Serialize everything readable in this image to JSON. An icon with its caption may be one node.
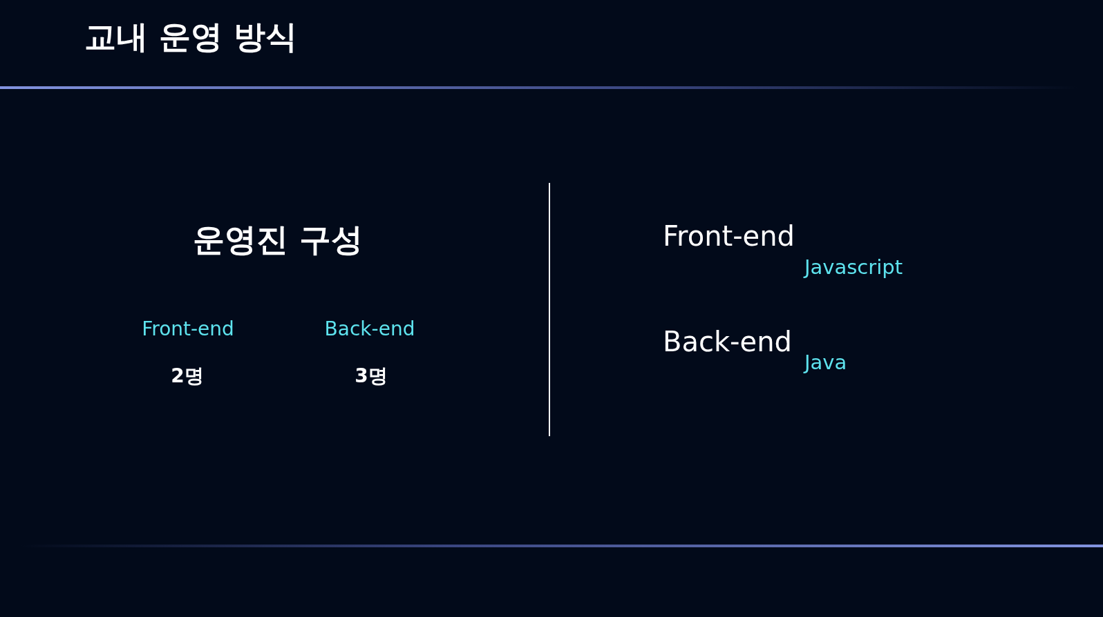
{
  "diagram": {
    "title": "교내 운영 방식",
    "labels": [
      "운영진 구성",
      "Front-end",
      "Back-end",
      "2명",
      "3명",
      "Front-end",
      "Javascript",
      "Back-end",
      "Java"
    ]
  }
}
